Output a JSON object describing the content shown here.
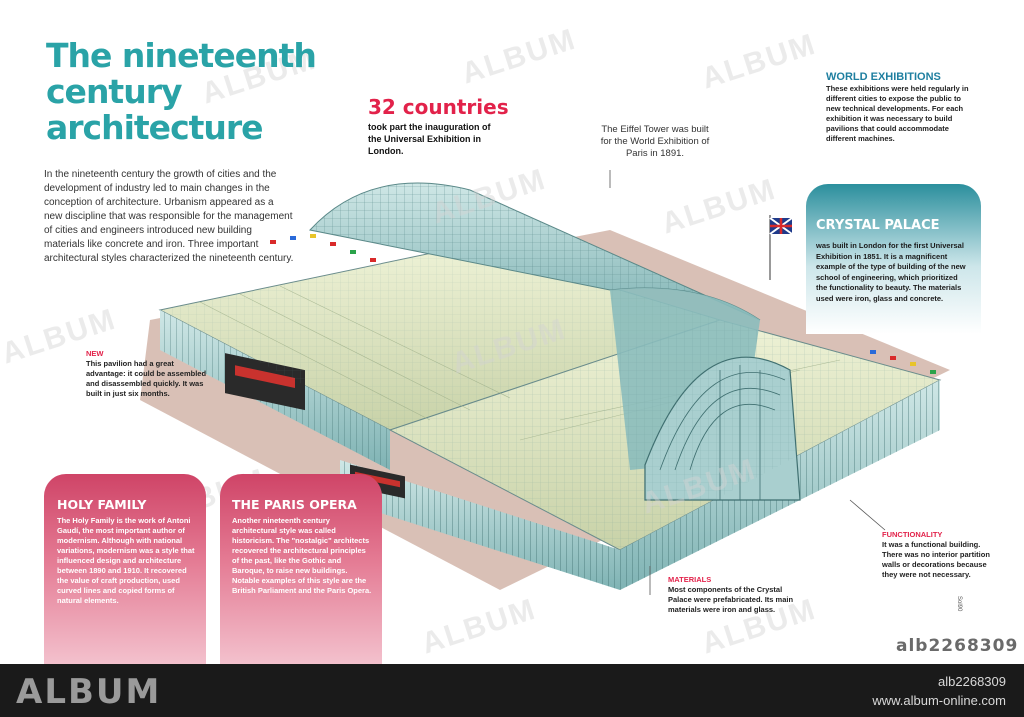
{
  "title": "The nineteenth century architecture",
  "intro": "In the nineteenth century the growth of cities and the development of industry led to main changes in the conception of architecture. Urbanism appeared as a new discipline that was responsible for the management of cities and engineers introduced new building materials like concrete and iron. Three important architectural styles characterized the nineteenth century.",
  "stat": {
    "number": "32 countries",
    "text": "took part the inauguration of the Universal Exhibition in London."
  },
  "eiffel": "The Eiffel Tower was built for the World Exhibition of Paris in 1891.",
  "world_exhibitions": {
    "title": "WORLD EXHIBITIONS",
    "text": "These exhibitions were held regularly in different cities to expose the public to new technical developments. For each exhibition it was necessary to build pavilions that could accommodate different machines."
  },
  "crystal_palace": {
    "title": "CRYSTAL PALACE",
    "text": "was built in London for the first Universal Exhibition in 1851. It is a magnificent example of the type of building of the new school of engineering, which prioritized the functionality to beauty. The materials used were iron, glass and concrete."
  },
  "new_note": {
    "title": "NEW",
    "text": "This pavilion had a great advantage: it could be assembled and disassembled quickly. It was built in just six months."
  },
  "materials_note": {
    "title": "MATERIALS",
    "text": "Most components of the Crystal Palace were prefabricated. Its main materials were iron and glass."
  },
  "functionality_note": {
    "title": "FUNCTIONALITY",
    "text": "It was a functional building. There was no interior partition walls or decorations because they were not necessary."
  },
  "holy_family": {
    "title": "HOLY FAMILY",
    "text": "The Holy Family is the work of Antoni Gaudí, the most important author of modernism. Although with national variations, modernism was a style that influenced design and architecture between 1890 and 1910. It recovered the value of craft production, used curved lines and copied forms of natural elements."
  },
  "paris_opera": {
    "title": "THE PARIS OPERA",
    "text": "Another nineteenth century architectural style was called historicism. The \"nostalgic\" architects recovered the architectural principles of the past, like the Gothic and Baroque, to raise new buildings. Notable examples of this style are the British Parliament and the Paris Opera."
  },
  "watermark": "ALBUM",
  "vertical_credit": "Sol90",
  "image_id": "alb2268309",
  "footer": {
    "logo": "ALBUM",
    "id": "alb2268309",
    "url": "www.album-online.com"
  },
  "colors": {
    "teal": "#2aa3a7",
    "red": "#e2224a",
    "pink": "#cf4467"
  }
}
